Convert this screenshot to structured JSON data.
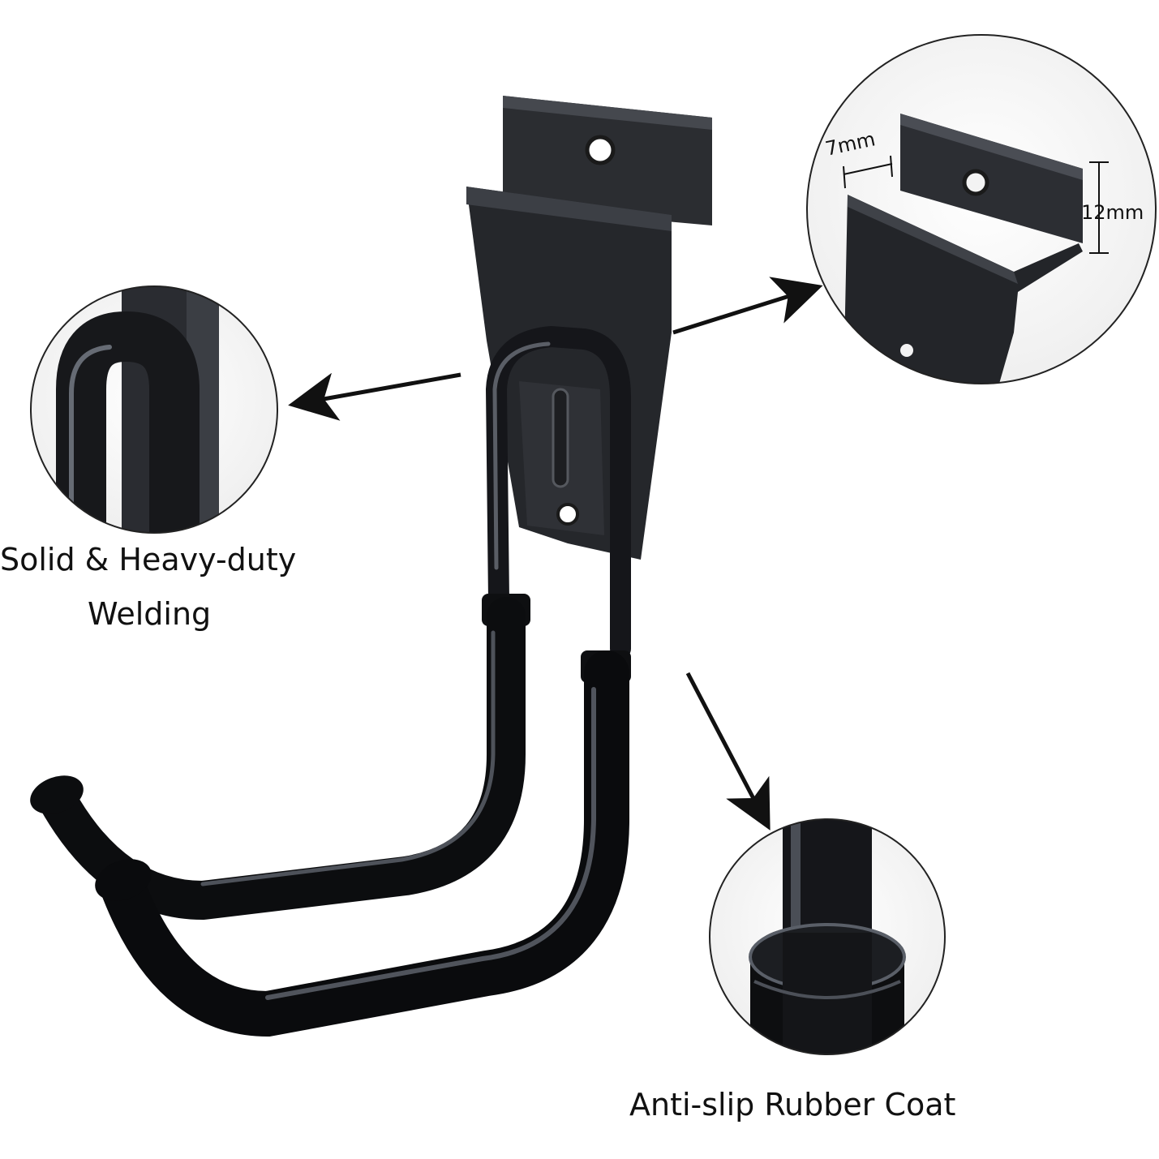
{
  "callouts": {
    "welding": {
      "line1": "Solid & Heavy-duty",
      "line2": "Welding"
    },
    "rubber": {
      "text": "Anti-slip Rubber Coat"
    },
    "bracket": {
      "width_label": "7mm",
      "height_label": "12mm"
    }
  },
  "colors": {
    "hook": "#111111",
    "highlight": "#4a4f58",
    "background": "#ffffff"
  }
}
